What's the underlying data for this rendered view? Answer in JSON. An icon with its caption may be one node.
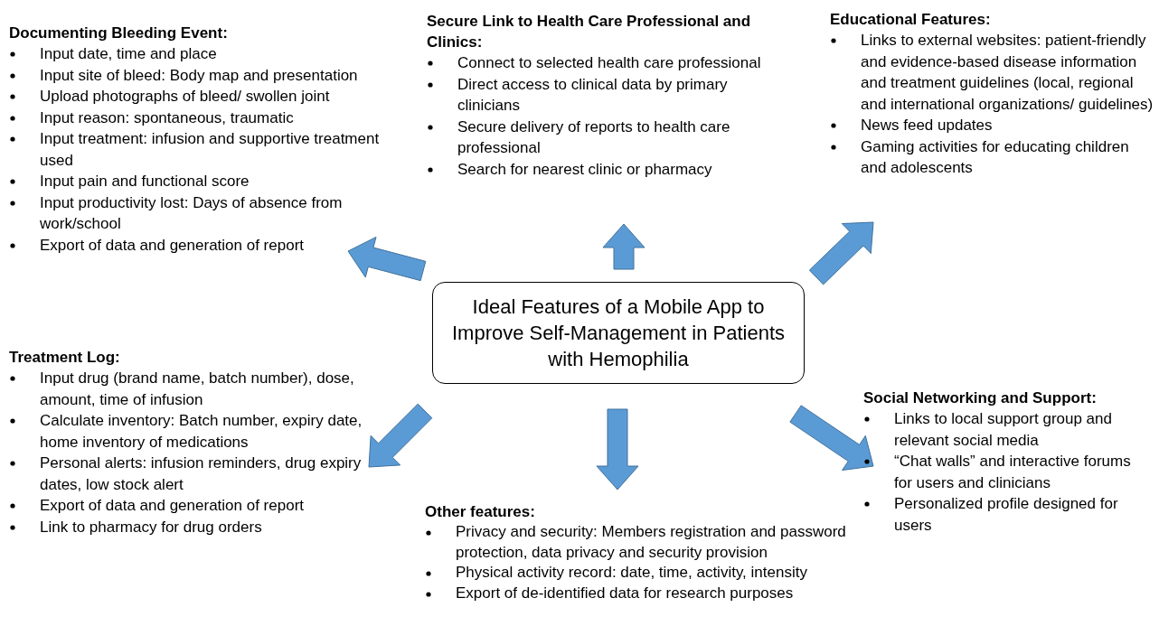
{
  "diagram": {
    "nodes": [
      {
        "text": [
          "Ideal Features of a Mobile App to Improve Self-Management in Patients with Hemophilia"
        ]
      },
      {
        "text": [
          "Documenting Bleeding Event:",
          "Input date, time and place",
          "Input site of bleed: Body map and presentation",
          "Upload photographs of bleed/ swollen joint",
          "Input reason: spontaneous, traumatic",
          "Input treatment: infusion and supportive treatment used",
          "Input pain and functional score",
          "Input productivity lost: Days of absence from work/school",
          "Export of data and generation of report"
        ]
      },
      {
        "text": [
          "Secure Link to Health Care Professional and Clinics:",
          "Connect to selected health care professional",
          "Direct access to clinical data by primary clinicians",
          "Secure delivery of reports to health care professional",
          "Search for nearest clinic or pharmacy"
        ]
      },
      {
        "text": [
          "Educational Features:",
          "Links to external websites: patient-friendly and evidence-based disease information and treatment guidelines (local, regional and international organizations/ guidelines)",
          "News feed updates",
          "Gaming activities for educating children and adolescents"
        ]
      },
      {
        "text": [
          "Treatment Log:",
          "Input drug (brand name, batch number), dose, amount, time of infusion",
          "Calculate inventory: Batch number, expiry date, home inventory of medications",
          "Personal alerts: infusion reminders, drug expiry dates, low stock alert",
          "Export of data and generation of report",
          "Link to pharmacy for drug orders"
        ]
      },
      {
        "text": [
          "Social Networking and Support:",
          "Links to local support group and relevant social media",
          "“Chat walls” and interactive forums for users and clinicians",
          "Personalized profile designed for users"
        ]
      },
      {
        "text": [
          "Other features:",
          "Privacy and security: Members registration and password protection, data privacy and security provision",
          "Physical activity record: date, time, activity, intensity",
          "Export of de-identified data for research purposes"
        ]
      }
    ],
    "edges": [
      {
        "from": 0,
        "to": 1,
        "arrow": "to",
        "style": "thick"
      },
      {
        "from": 0,
        "to": 2,
        "arrow": "to",
        "style": "thick"
      },
      {
        "from": 0,
        "to": 3,
        "arrow": "to",
        "style": "thick"
      },
      {
        "from": 0,
        "to": 4,
        "arrow": "to",
        "style": "thick"
      },
      {
        "from": 0,
        "to": 5,
        "arrow": "to",
        "style": "thick"
      },
      {
        "from": 0,
        "to": 6,
        "arrow": "to",
        "style": "thick"
      }
    ]
  }
}
